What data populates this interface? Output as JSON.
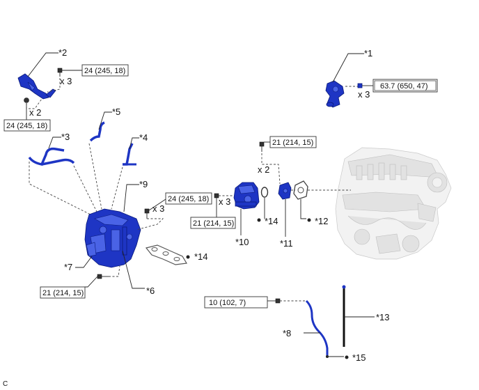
{
  "callouts": {
    "c1": "*1",
    "c2": "*2",
    "c3": "*3",
    "c4": "*4",
    "c5": "*5",
    "c6": "*6",
    "c7": "*7",
    "c8": "*8",
    "c9": "*9",
    "c10": "*10",
    "c11": "*11",
    "c12": "*12",
    "c13": "*13",
    "c14a": "*14",
    "c14b": "*14",
    "c15": "*15"
  },
  "torque": {
    "t2_top": "24 (245, 18)",
    "t2_bottom": "24 (245, 18)",
    "t1": "63.7 (650, 47)",
    "t_center_top": "21 (214, 15)",
    "t9": "24 (245, 18)",
    "t10": "21 (214, 15)",
    "t7": "21 (214, 15)",
    "t8": "10 (102, 7)"
  },
  "qty": {
    "q2_top": "x 3",
    "q2_bottom": "x 2",
    "q1": "x 3",
    "q_center": "x 2",
    "q9": "x 3",
    "q10": "x 3"
  },
  "corner_mark": "C",
  "colors": {
    "part": "#1e35c4",
    "engine": "#f2f2f2",
    "line": "#222222"
  }
}
